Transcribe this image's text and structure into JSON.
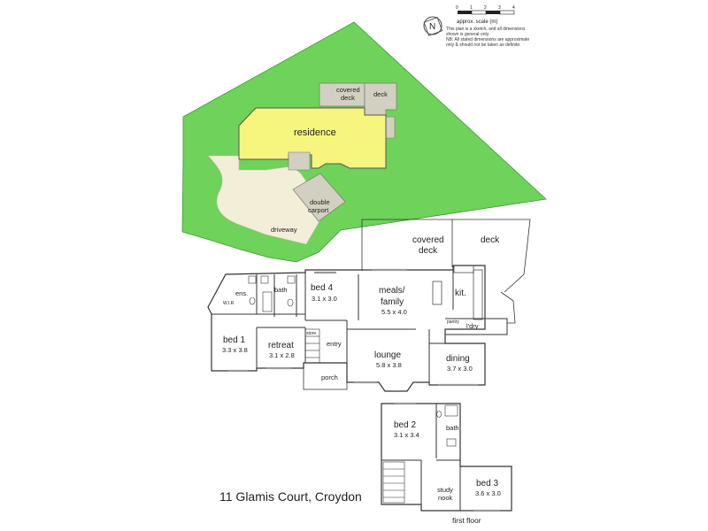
{
  "scale": {
    "ticks": [
      "0",
      "1",
      "2",
      "3",
      "4"
    ],
    "label": "approx. scale (m)",
    "note1": "This plan is a sketch, and all dimensions shown is general only.",
    "note2": "NB: All stated dimensions are approximate only & should not be taken as definite."
  },
  "compass": "N",
  "site": {
    "residence": "residence",
    "covered_deck": [
      "covered",
      "deck"
    ],
    "deck": "deck",
    "double_carport": [
      "double",
      "carport"
    ],
    "driveway": "driveway"
  },
  "ground_floor": {
    "covered_deck": [
      "covered",
      "deck"
    ],
    "deck": "deck",
    "ens": "ens.",
    "bath": "bath",
    "wir": "W.I.R",
    "bed4": {
      "name": "bed 4",
      "dim": "3.1 x 3.0"
    },
    "meals": {
      "name": [
        "meals/",
        "family"
      ],
      "dim": "5.5 x 4.0"
    },
    "kit": "kit.",
    "pantry": "pantry",
    "ldry": "l'dry",
    "bed1": {
      "name": "bed 1",
      "dim": "3.3 x 3.8"
    },
    "retreat": {
      "name": "retreat",
      "dim": "3.1 x 2.8"
    },
    "store": "store",
    "entry": "entry",
    "lounge": {
      "name": "lounge",
      "dim": "5.8 x 3.8"
    },
    "dining": {
      "name": "dining",
      "dim": "3.7 x 3.0"
    },
    "porch": "porch"
  },
  "first_floor": {
    "bed2": {
      "name": "bed 2",
      "dim": "3.1 x 3.4"
    },
    "bath": "bath",
    "bed3": {
      "name": "bed 3",
      "dim": "3.6 x 3.0"
    },
    "study": [
      "study",
      "nook"
    ],
    "label": "first floor"
  },
  "address": "11 Glamis Court, Croydon",
  "colors": {
    "lawn": "#6fd25a",
    "residence": "#f6f57e",
    "structure": "#d2d0c0",
    "driveway": "#f3eed8",
    "wall": "#333333"
  }
}
